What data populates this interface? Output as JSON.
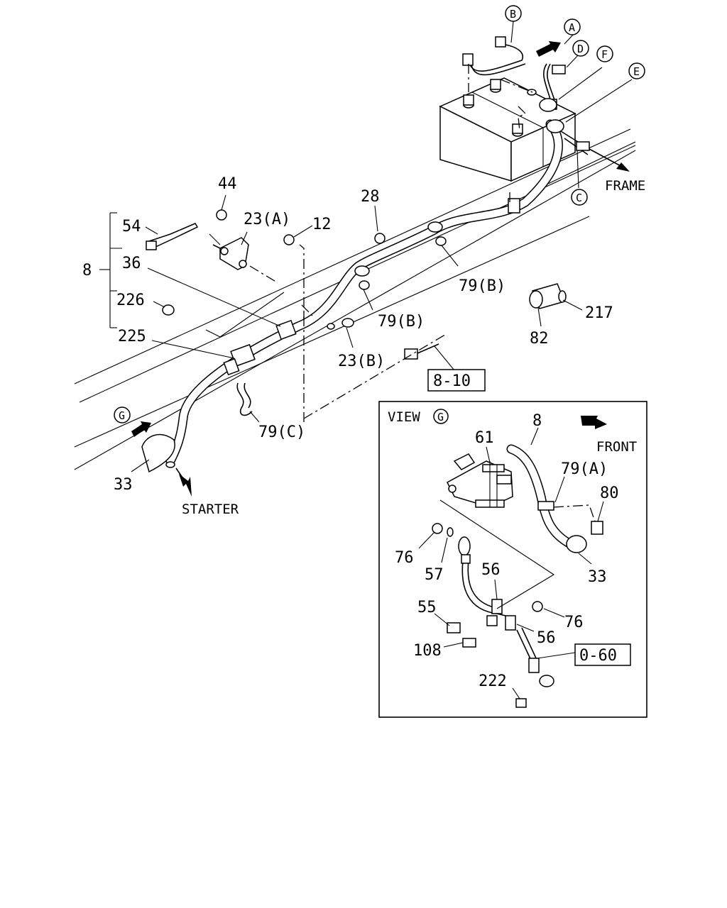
{
  "labels": {
    "p8": "8",
    "p54": "54",
    "p36": "36",
    "p226": "226",
    "p225": "225",
    "p44": "44",
    "p23a": "23(A)",
    "p12": "12",
    "p28": "28",
    "p79b_1": "79(B)",
    "p79b_2": "79(B)",
    "p23b": "23(B)",
    "p79c": "79(C)",
    "p33_main": "33",
    "p217": "217",
    "p82": "82",
    "ref_8_10": "8-10",
    "frame": "FRAME",
    "starter": "STARTER"
  },
  "circled": {
    "A": "A",
    "B": "B",
    "C": "C",
    "D": "D",
    "E": "E",
    "F": "F",
    "G": "G",
    "G_view": "G"
  },
  "view_g": {
    "title": "VIEW",
    "front": "FRONT",
    "p8": "8",
    "p61": "61",
    "p79a": "79(A)",
    "p80": "80",
    "p76_1": "76",
    "p57": "57",
    "p56_1": "56",
    "p33": "33",
    "p55": "55",
    "p76_2": "76",
    "p56_2": "56",
    "p108": "108",
    "ref_0_60": "0-60",
    "p222": "222"
  }
}
